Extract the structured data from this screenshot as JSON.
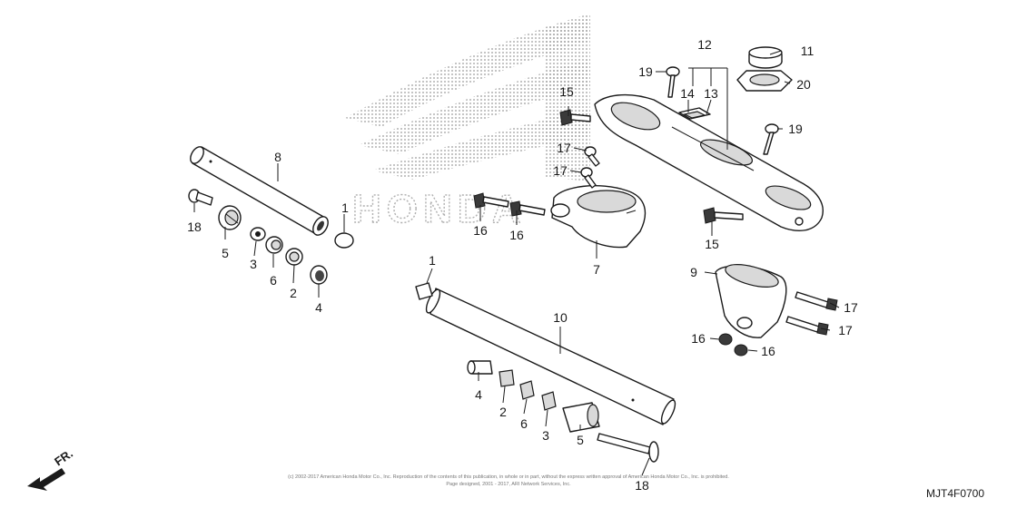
{
  "diagram_code": "MJT4F0700",
  "direction_label": "FR.",
  "watermark_word": "HONDA",
  "copyright_line_1": "(c) 2002-2017 American Honda Motor Co., Inc. Reproduction of the contents of this publication, in whole or in part, without the express written approval of American Honda Motor Co., Inc. is prohibited.",
  "copyright_line_2": "Page designed, 2001 - 2017, ARI Network Services, Inc.",
  "callouts": {
    "c1a": "1",
    "c1b": "1",
    "c2a": "2",
    "c2b": "2",
    "c3a": "3",
    "c3b": "3",
    "c4a": "4",
    "c4b": "4",
    "c5a": "5",
    "c5b": "5",
    "c6a": "6",
    "c6b": "6",
    "c7": "7",
    "c8": "8",
    "c9": "9",
    "c10": "10",
    "c11": "11",
    "c12": "12",
    "c13": "13",
    "c14": "14",
    "c15a": "15",
    "c15b": "15",
    "c16a": "16",
    "c16b": "16",
    "c16c": "16",
    "c16d": "16",
    "c17a": "17",
    "c17b": "17",
    "c17c": "17",
    "c17d": "17",
    "c18a": "18",
    "c18b": "18",
    "c19a": "19",
    "c19b": "19",
    "c20": "20"
  }
}
